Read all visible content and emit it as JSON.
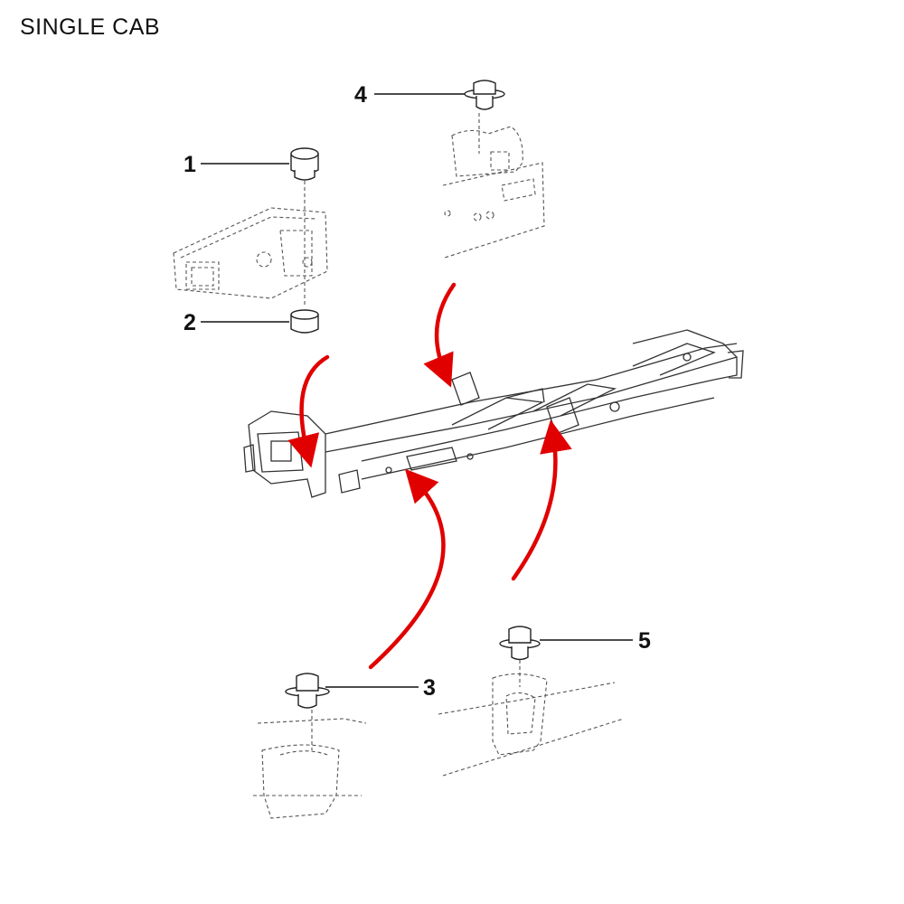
{
  "title": "SINGLE CAB",
  "colors": {
    "arrow": "#e10000",
    "line": "#222222"
  },
  "callouts": [
    {
      "number": "1"
    },
    {
      "number": "2"
    },
    {
      "number": "3"
    },
    {
      "number": "4"
    },
    {
      "number": "5"
    }
  ]
}
